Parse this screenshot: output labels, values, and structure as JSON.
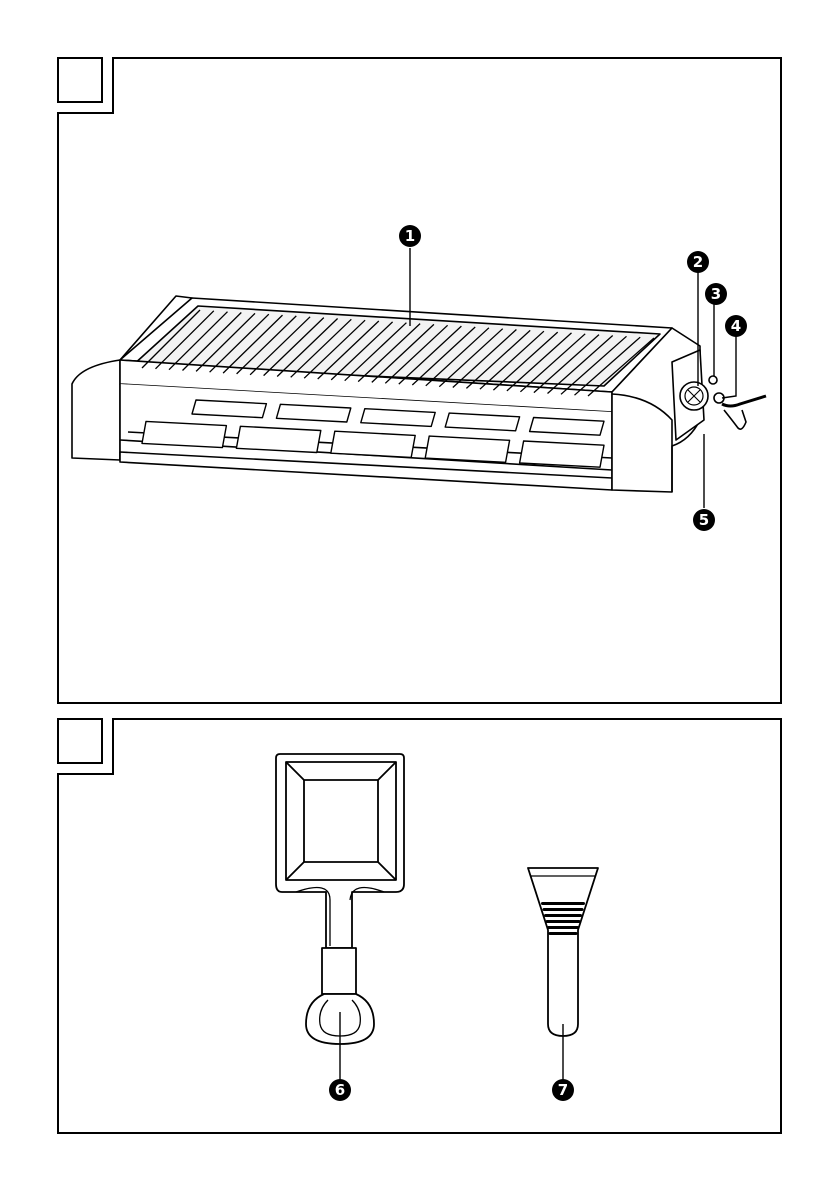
{
  "figures": [
    {
      "id": "fig1",
      "number_box_label": ""
    },
    {
      "id": "fig2",
      "number_box_label": ""
    }
  ],
  "callouts": [
    {
      "label": "1",
      "part": "grill-plate"
    },
    {
      "label": "2",
      "part": "temperature-control"
    },
    {
      "label": "3",
      "part": "indicator-light"
    },
    {
      "label": "4",
      "part": "power-cord-plug"
    },
    {
      "label": "5",
      "part": "base-unit"
    },
    {
      "label": "6",
      "part": "raclette-pan"
    },
    {
      "label": "7",
      "part": "spatula"
    }
  ],
  "colors": {
    "ink": "#000000",
    "paper": "#ffffff",
    "shade": "#e6e6e6"
  }
}
